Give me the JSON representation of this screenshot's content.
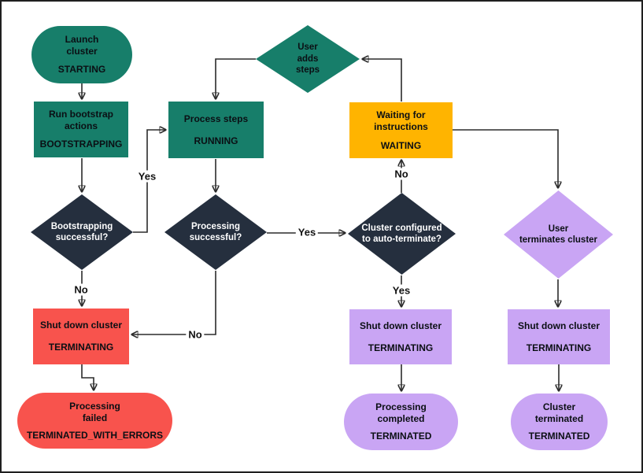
{
  "colors": {
    "teal": "#177E6A",
    "navy": "#252F3E",
    "amber": "#FFB400",
    "coral": "#F8534D",
    "lavender": "#C9A5F4"
  },
  "nodes": {
    "launch": {
      "title": "Launch\ncluster",
      "state": "STARTING"
    },
    "bootstrap": {
      "title": "Run bootstrap\nactions",
      "state": "BOOTSTRAPPING"
    },
    "process_steps": {
      "title": "Process steps",
      "state": "RUNNING"
    },
    "user_adds_steps": {
      "title": "User\nadds\nsteps"
    },
    "waiting": {
      "title": "Waiting for\ninstructions",
      "state": "WAITING"
    },
    "bootstrap_successful": {
      "title": "Bootstrapping\nsuccessful?"
    },
    "processing_successful": {
      "title": "Processing\nsuccessful?"
    },
    "auto_terminate": {
      "title": "Cluster configured\nto auto-terminate?"
    },
    "user_terminates": {
      "title": "User\nterminates cluster"
    },
    "shutdown_error": {
      "title": "Shut down cluster",
      "state": "TERMINATING"
    },
    "terminated_errors": {
      "title": "Processing\nfailed",
      "state": "TERMINATED_WITH_ERRORS"
    },
    "shutdown_auto": {
      "title": "Shut down cluster",
      "state": "TERMINATING"
    },
    "terminated_auto": {
      "title": "Processing\ncompleted",
      "state": "TERMINATED"
    },
    "shutdown_user": {
      "title": "Shut down cluster",
      "state": "TERMINATING"
    },
    "terminated_user": {
      "title": "Cluster\nterminated",
      "state": "TERMINATED"
    }
  },
  "edge_labels": {
    "yes_bootstrap": "Yes",
    "no_bootstrap": "No",
    "yes_processing": "Yes",
    "no_processing": "No",
    "yes_auto": "Yes",
    "no_auto": "No"
  }
}
